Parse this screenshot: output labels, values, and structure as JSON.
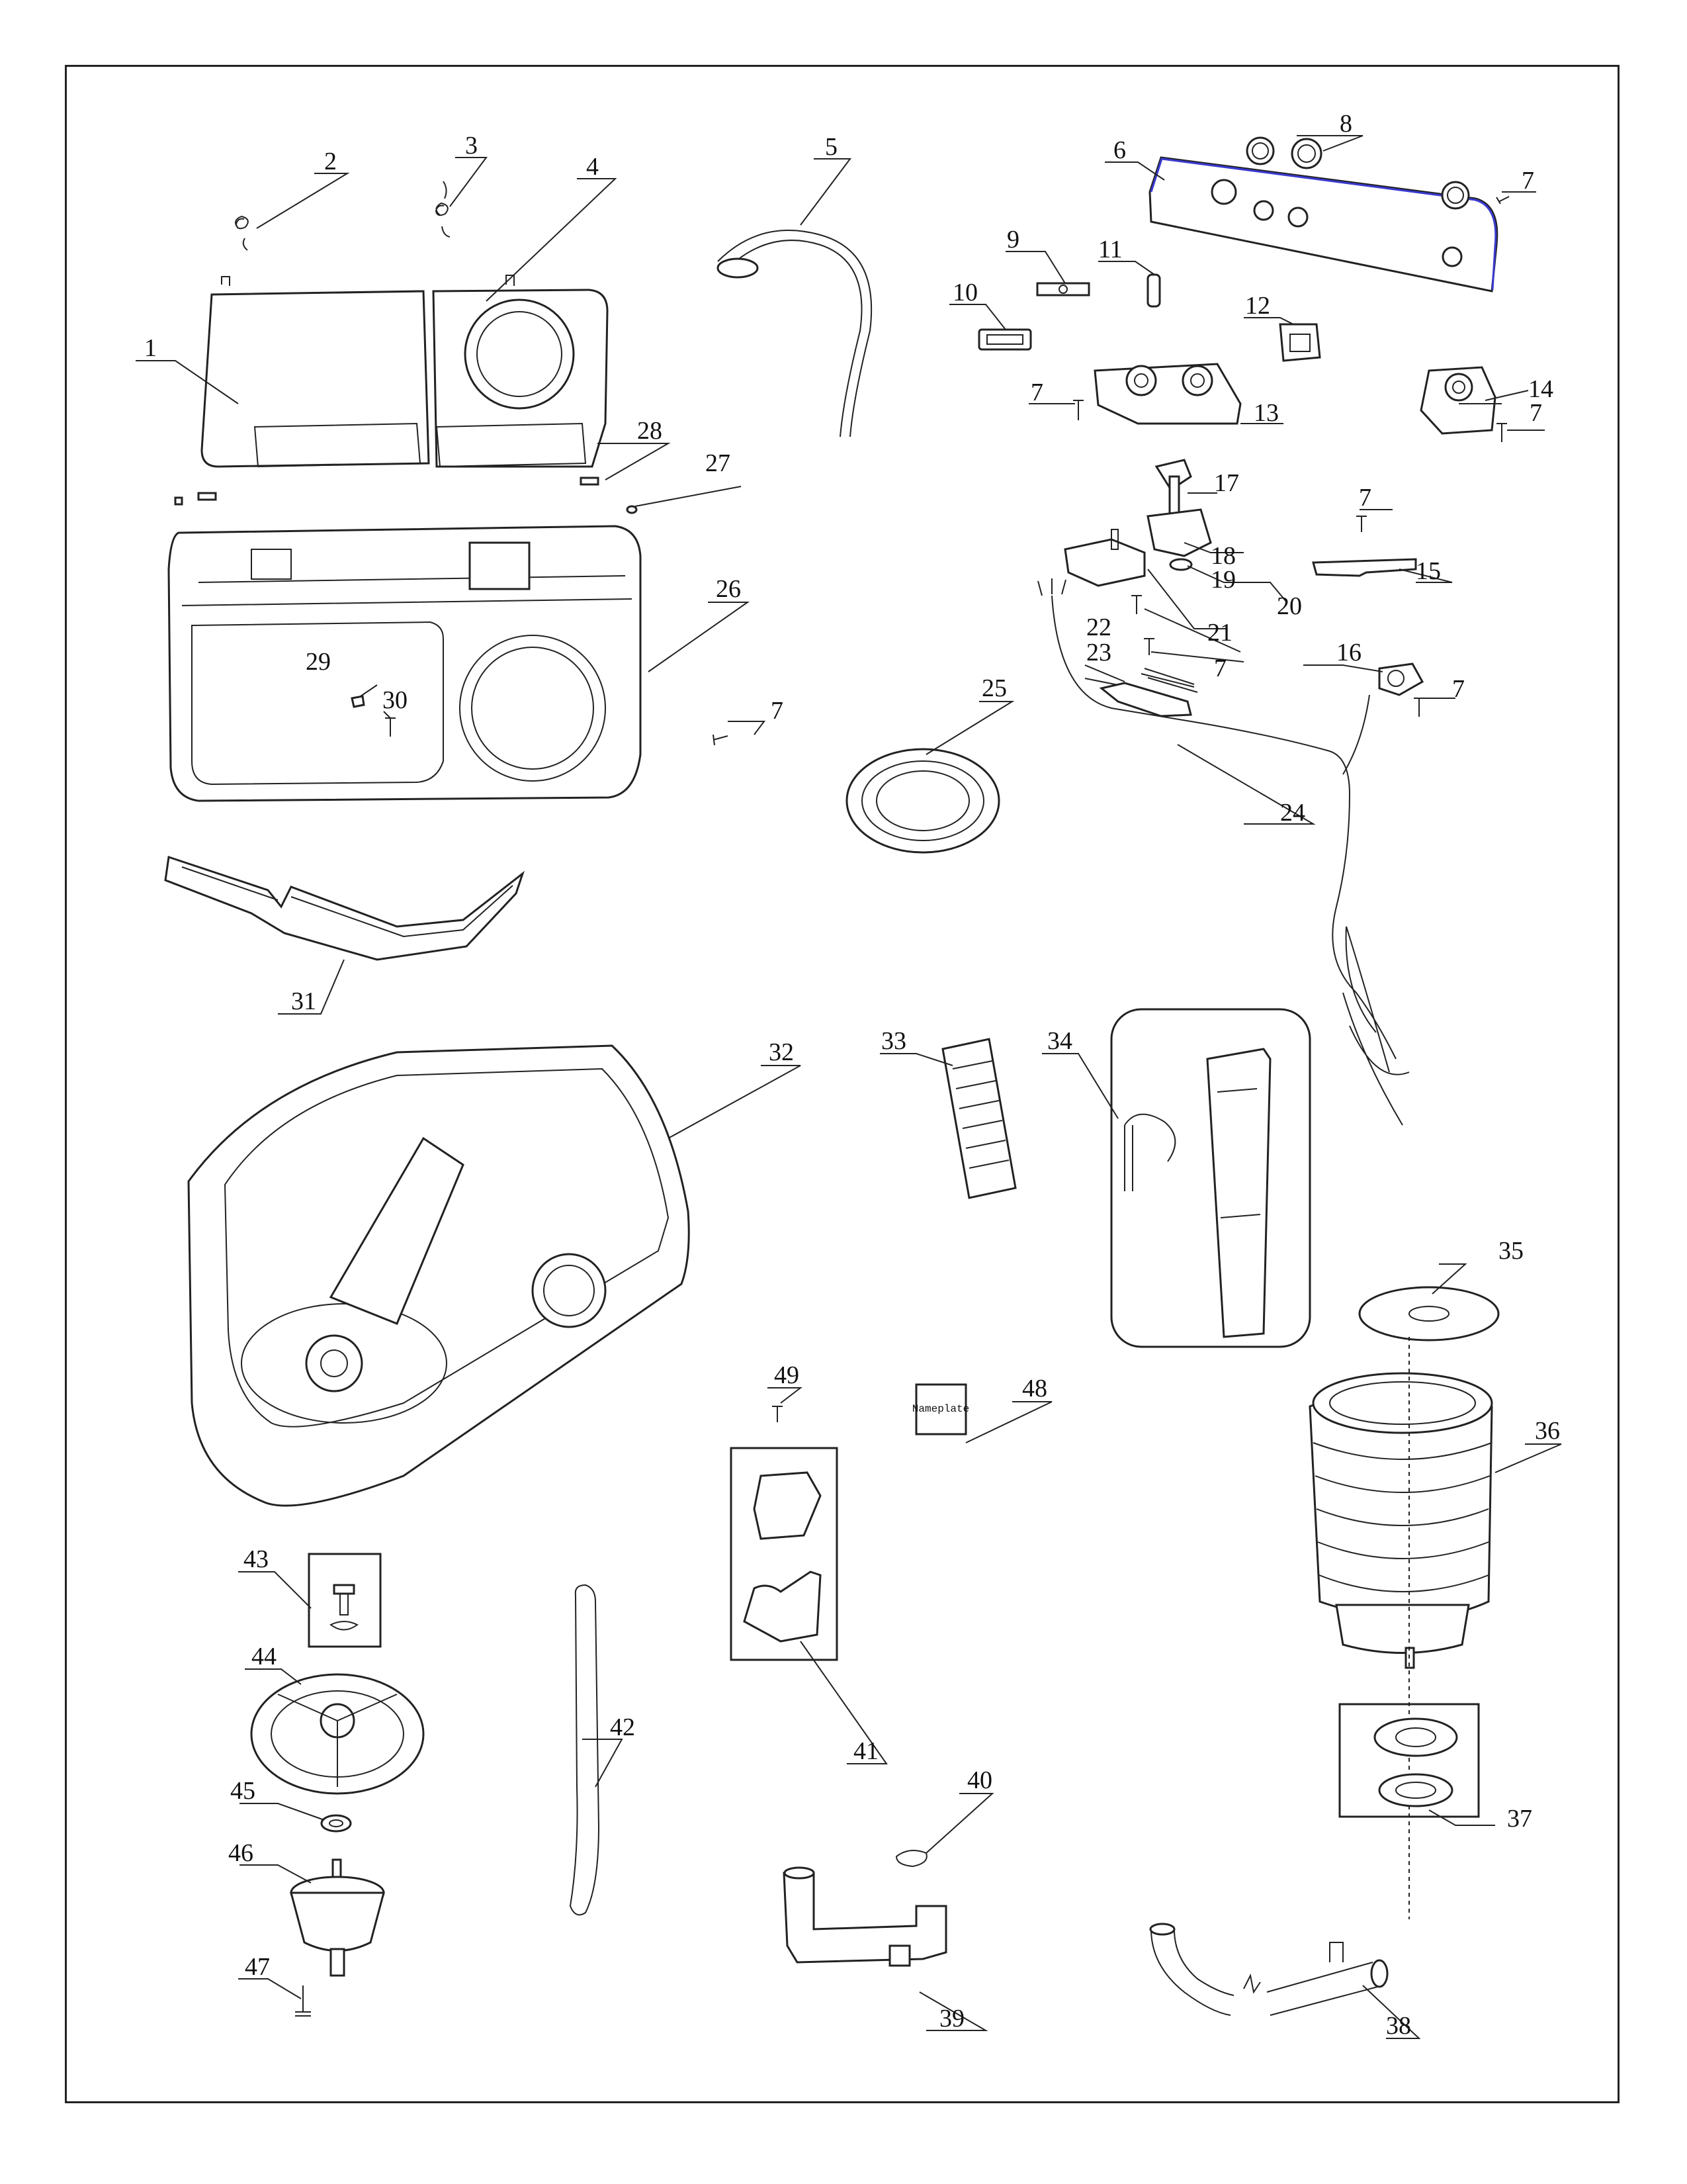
{
  "diagram": {
    "type": "exploded-parts-view",
    "labels": [
      "1",
      "2",
      "3",
      "4",
      "5",
      "6",
      "7",
      "7",
      "7",
      "7",
      "7",
      "7",
      "7",
      "8",
      "9",
      "10",
      "11",
      "12",
      "13",
      "14",
      "15",
      "16",
      "17",
      "18",
      "19",
      "20",
      "21",
      "22",
      "23",
      "24",
      "25",
      "26",
      "27",
      "28",
      "29",
      "30",
      "31",
      "32",
      "33",
      "34",
      "35",
      "36",
      "37",
      "38",
      "39",
      "40",
      "41",
      "42",
      "43",
      "44",
      "45",
      "46",
      "47",
      "48",
      "49"
    ],
    "nameplate_text": "Nameplate"
  }
}
